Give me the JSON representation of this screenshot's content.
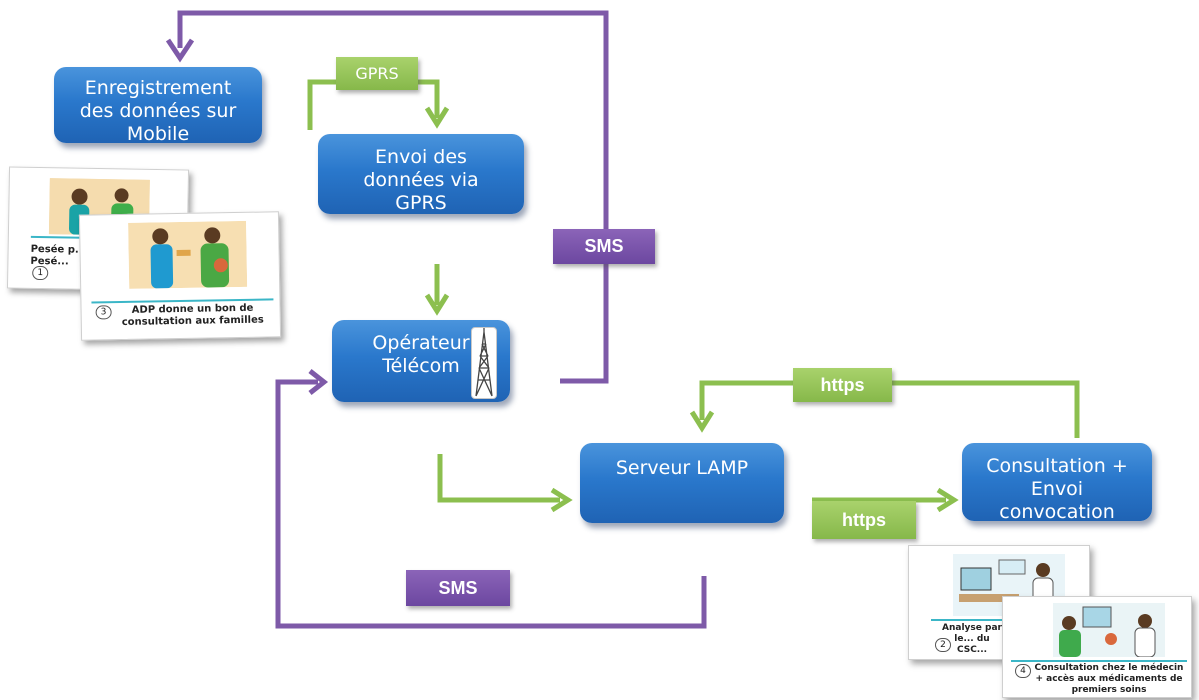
{
  "nodes": {
    "mobile": "Enregistrement des données sur Mobile",
    "gprs_send": "Envoi des données via GPRS",
    "operator": "Opérateur Télécom",
    "server": "Serveur  LAMP",
    "consultation": "Consultation + Envoi convocation"
  },
  "labels": {
    "gprs": "GPRS",
    "sms_top": "SMS",
    "sms_bottom": "SMS",
    "https_top": "https",
    "https_bottom": "https"
  },
  "cards": {
    "card1_caption": "Pesée p... Pesé...",
    "card1_num": "1",
    "card2_caption": "ADP donne un bon de consultation aux familles",
    "card2_num": "3",
    "card3_caption": "Analyse par le... du CSC...",
    "card3_num": "2",
    "card4_caption": "Consultation chez le médecin + accès aux médicaments de premiers soins",
    "card4_num": "4"
  },
  "colors": {
    "box_blue": "#2a78cc",
    "arrow_green": "#8cbf4f",
    "arrow_purple": "#7e5aa8"
  },
  "icons": {
    "tower": "telecom-tower-icon"
  }
}
